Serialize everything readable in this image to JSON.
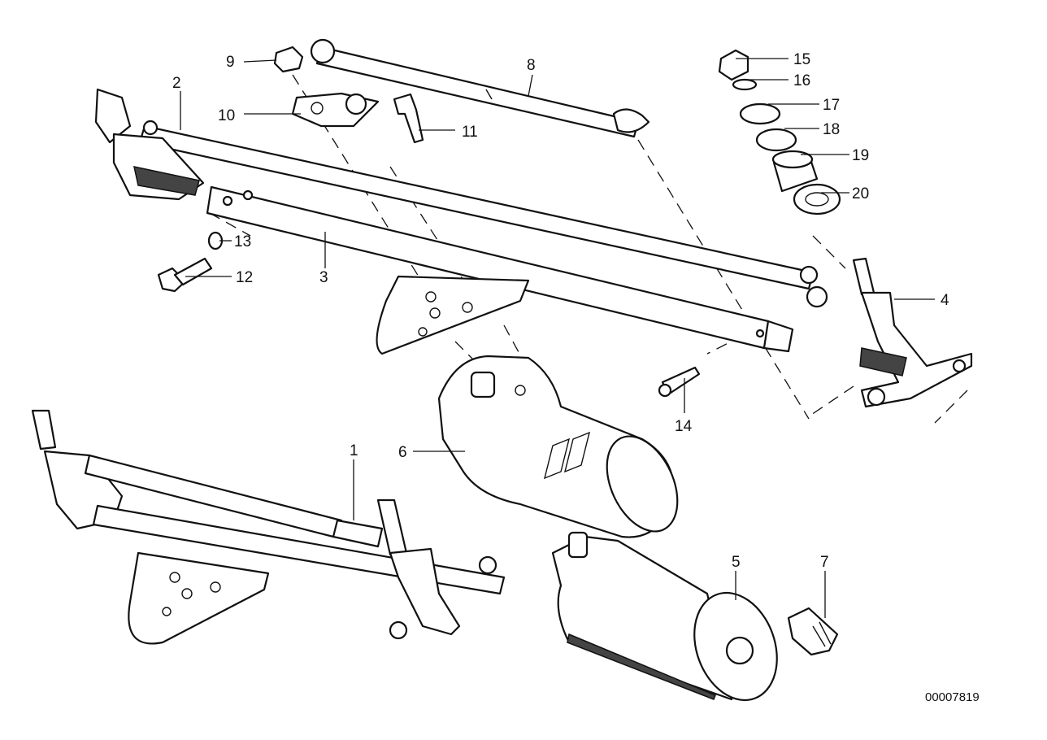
{
  "reference_number": "00007819",
  "callouts": [
    "1",
    "2",
    "3",
    "4",
    "5",
    "6",
    "7",
    "8",
    "9",
    "10",
    "11",
    "12",
    "13",
    "14",
    "15",
    "16",
    "17",
    "18",
    "19",
    "20"
  ]
}
